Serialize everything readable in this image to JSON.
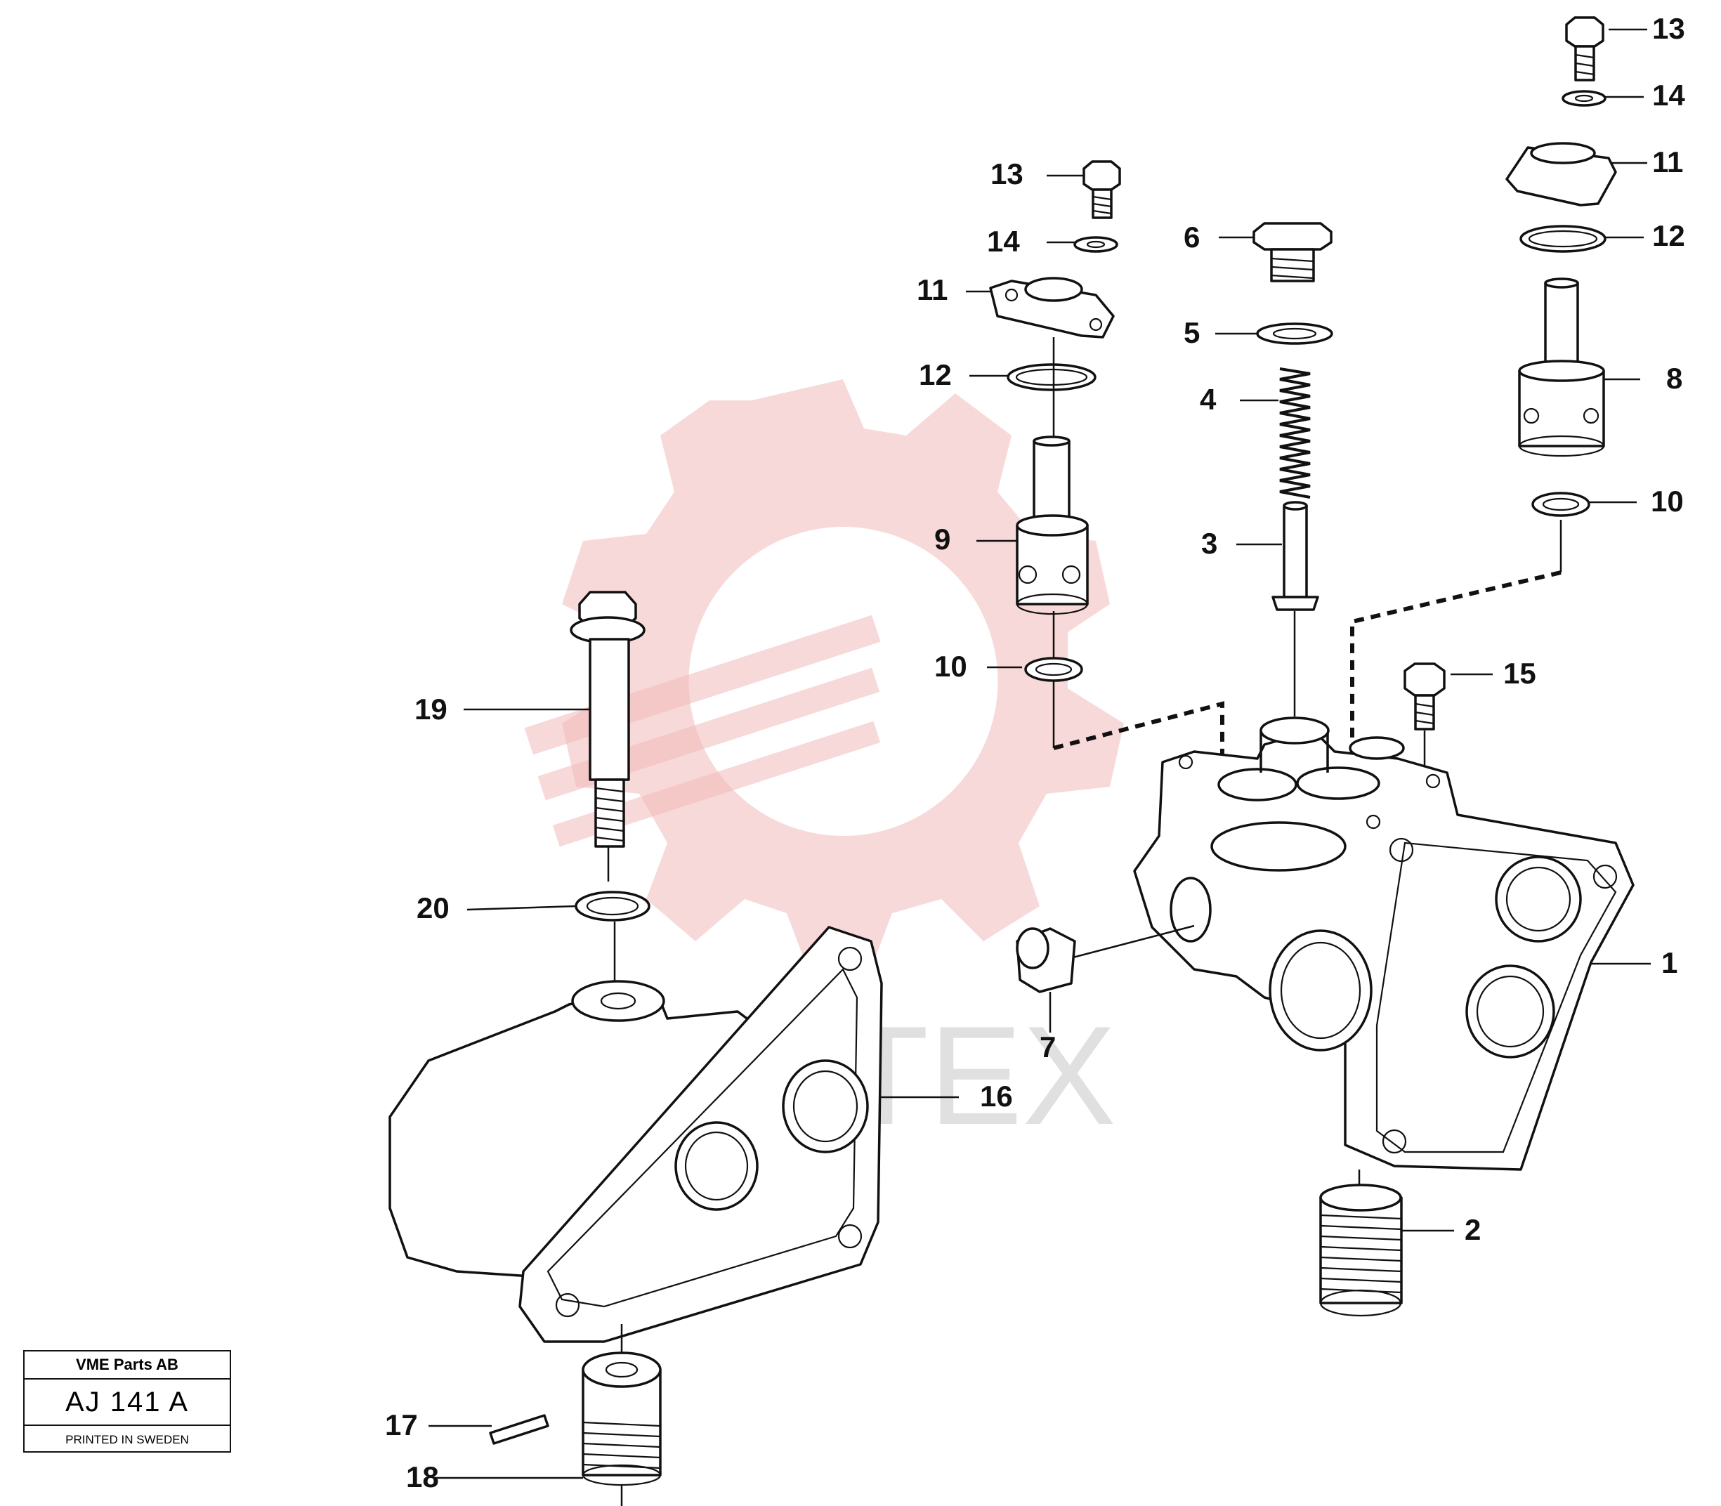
{
  "watermark": {
    "text": "VMTEX",
    "gear_color": "#e8696a"
  },
  "title_block": {
    "company": "VME Parts AB",
    "code": "AJ 141  A",
    "printed": "PRINTED IN SWEDEN"
  },
  "callouts": {
    "c1": "1",
    "c2": "2",
    "c3": "3",
    "c4": "4",
    "c5": "5",
    "c6": "6",
    "c7": "7",
    "c8": "8",
    "c9": "9",
    "c10a": "10",
    "c10b": "10",
    "c11a": "11",
    "c11b": "11",
    "c12a": "12",
    "c12b": "12",
    "c13a": "13",
    "c13b": "13",
    "c14a": "14",
    "c14b": "14",
    "c15": "15",
    "c16": "16",
    "c17": "17",
    "c18": "18",
    "c19": "19",
    "c20": "20"
  }
}
